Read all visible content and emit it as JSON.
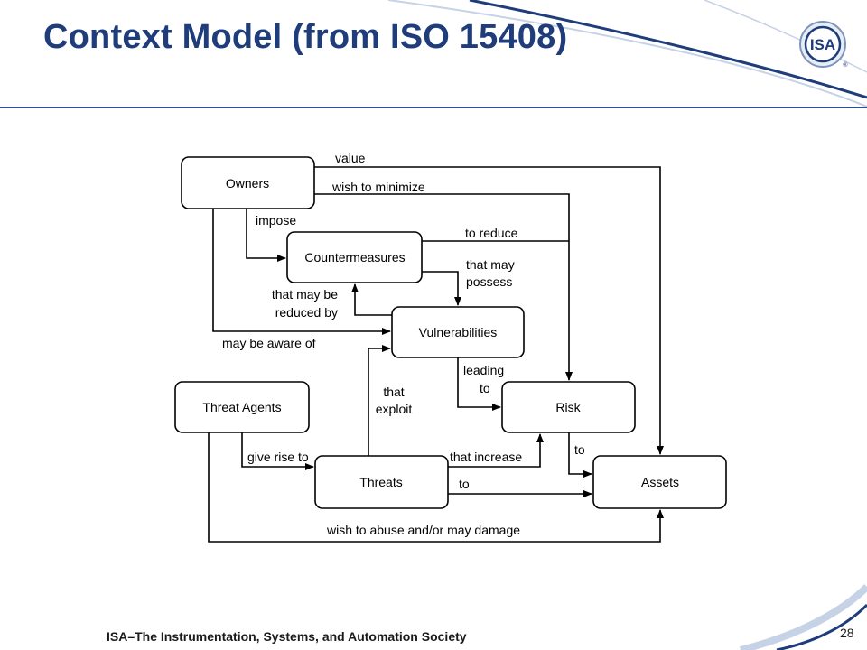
{
  "slide": {
    "title": "Context Model (from ISO 15408)",
    "logo_text": "ISA",
    "logo_mark": "®",
    "footer": "ISA–The Instrumentation, Systems, and Automation Society",
    "page_number": "28"
  },
  "diagram": {
    "nodes": {
      "owners": "Owners",
      "countermeasures": "Countermeasures",
      "vulnerabilities": "Vulnerabilities",
      "threat_agents": "Threat Agents",
      "threats": "Threats",
      "risk": "Risk",
      "assets": "Assets"
    },
    "labels": {
      "value": "value",
      "wish_to_minimize": "wish to minimize",
      "impose": "impose",
      "to_reduce": "to reduce",
      "that_may_possess_1": "that may",
      "that_may_possess_2": "possess",
      "that_may_be_1": "that may be",
      "reduced_by": "reduced by",
      "may_be_aware_of": "may be aware of",
      "leading": "leading",
      "to_leading": "to",
      "that": "that",
      "exploit": "exploit",
      "give_rise_to": "give rise to",
      "that_increase": "that increase",
      "to_assets_from_risk": "to",
      "to_assets_from_threats": "to",
      "wish_to_abuse": "wish to abuse and/or may damage"
    }
  }
}
